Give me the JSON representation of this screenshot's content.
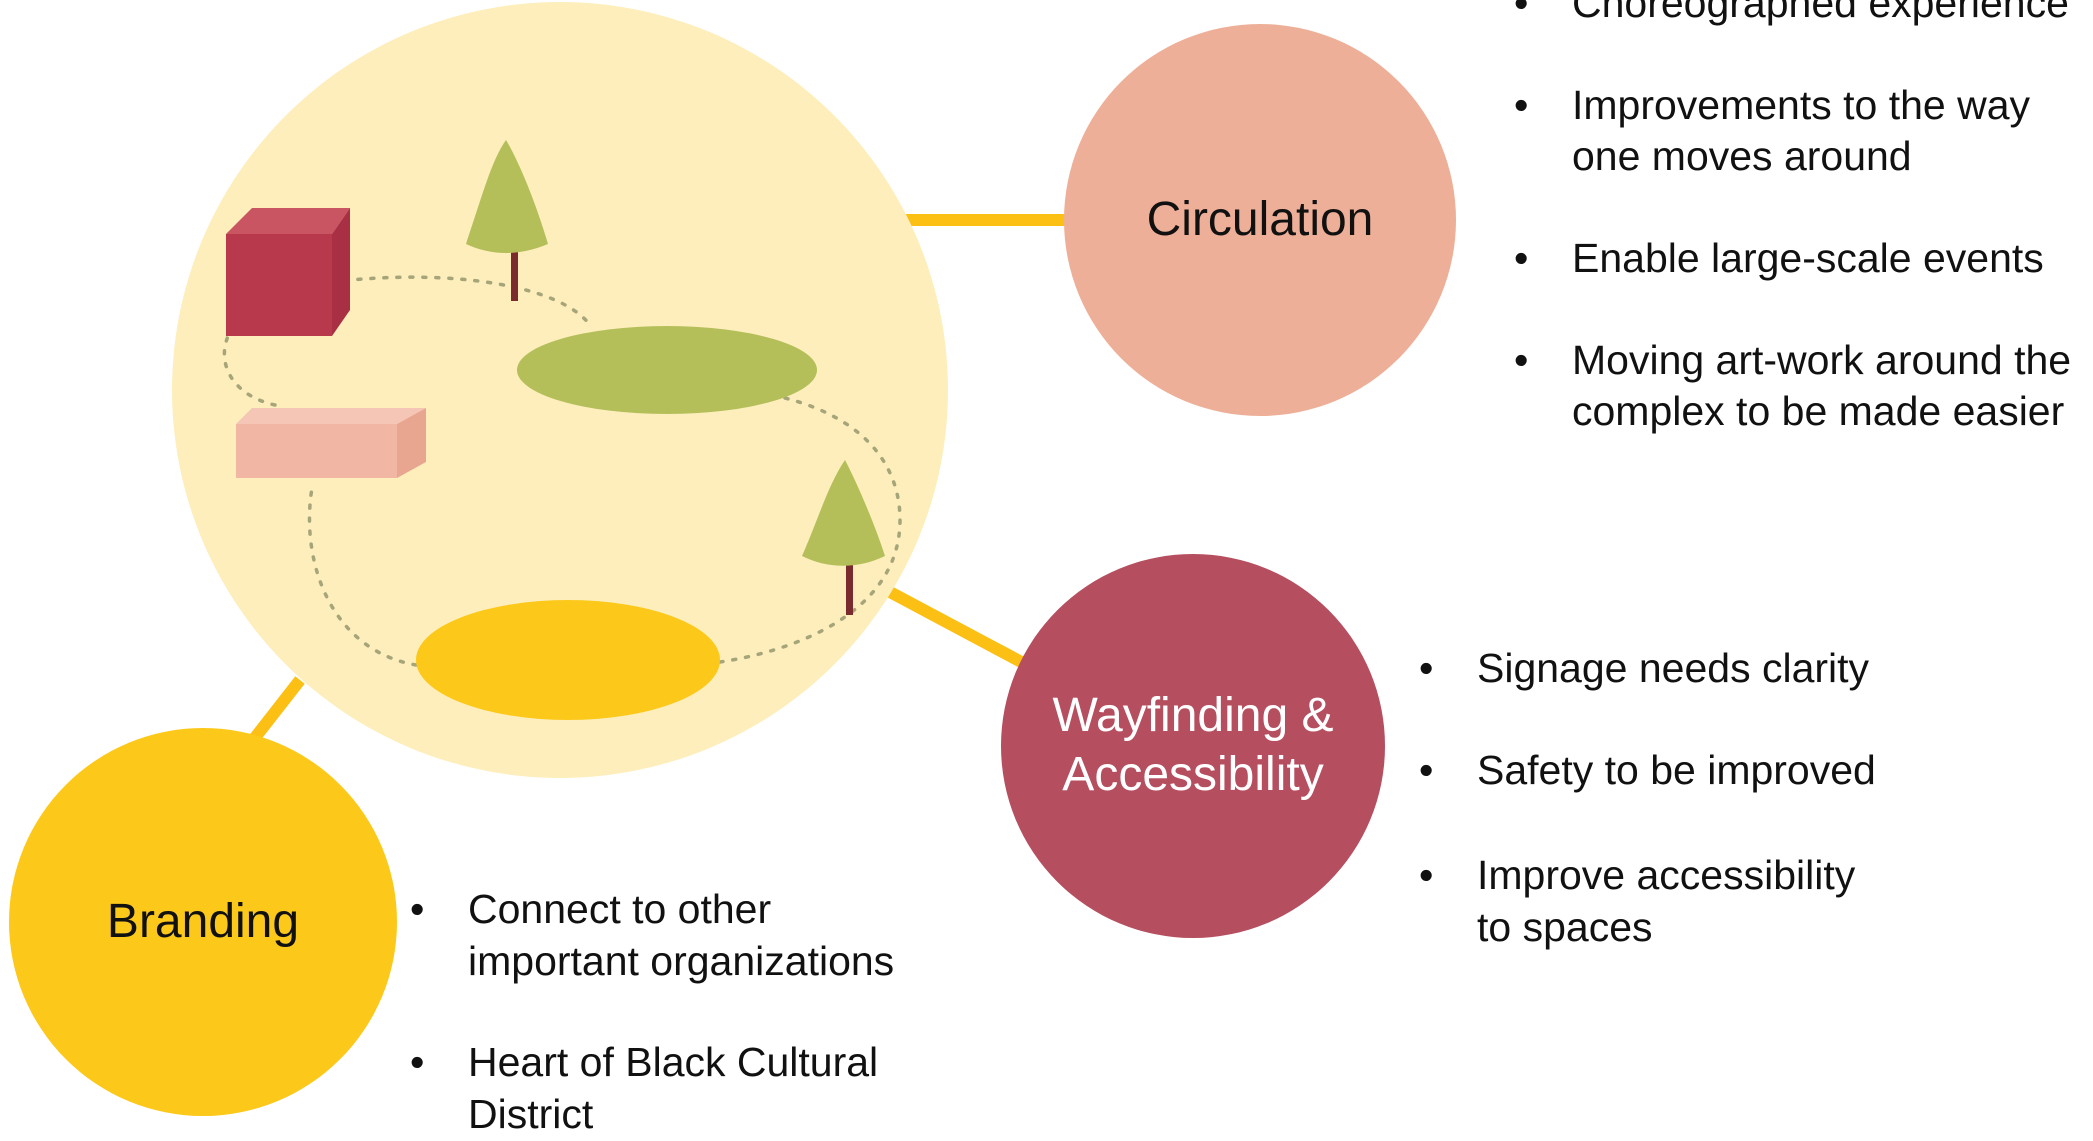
{
  "nodes": {
    "circulation": "Circulation",
    "wayfinding_line1": "Wayfinding &",
    "wayfinding_line2": "Accessibility",
    "branding": "Branding"
  },
  "circulation_bullets": [
    "Choreographed experience",
    "Improvements to the way one moves around",
    "Enable large-scale events",
    "Moving art-work around the complex to be made easier"
  ],
  "wayfinding_bullets": [
    "Signage needs clarity",
    "Safety to be improved",
    "Improve accessibility to spaces"
  ],
  "branding_bullets": [
    "Connect to other important organizations",
    "Heart of Black Cultural District"
  ],
  "colors": {
    "main_circle": "#fdeebb",
    "circulation": "#eeaf98",
    "wayfinding": "#b54e5f",
    "branding": "#fcc81a",
    "connector": "#fcc014",
    "tree": "#b4bf5a",
    "trunk": "#7a2b2e",
    "cube": "#b8394b",
    "block": "#f1b7a4"
  }
}
